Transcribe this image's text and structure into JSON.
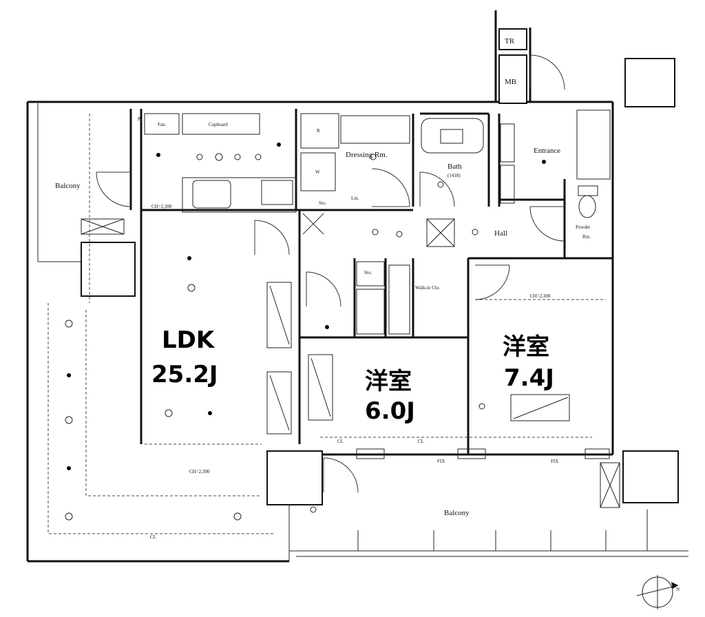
{
  "rooms": {
    "ldk_name": "LDK",
    "ldk_size": "25.2J",
    "room1_name": "洋室",
    "room1_size": "6.0J",
    "room2_name": "洋室",
    "room2_size": "7.4J"
  },
  "labels": {
    "tr": "TR",
    "mb": "MB",
    "entrance": "Entrance",
    "powder_rm_1": "Powder",
    "powder_rm_2": "Rm.",
    "hall": "Hall",
    "dressing_rm": "Dressing Rm.",
    "bath": "Bath",
    "bath_size": "(1418)",
    "cupboard": "Cupboard",
    "balcony_left": "Balcony",
    "balcony_bottom": "Balcony",
    "walk_in_clo": "Walk-in Clo.",
    "sto_1": "Sto.",
    "sto_2": "Sto.",
    "lin": "Lin.",
    "w": "W",
    "r": "R",
    "fan": "Fan.",
    "p": "P",
    "ch_ldk": "CH=2,300",
    "ch_room2": "CH=2,300",
    "ch_bottom": "CH=2,300",
    "fix_1": "FIX",
    "fix_2": "FIX",
    "cl_1": "CL",
    "cl_2": "CL",
    "cl_3": "CL",
    "compass_n": "N"
  }
}
